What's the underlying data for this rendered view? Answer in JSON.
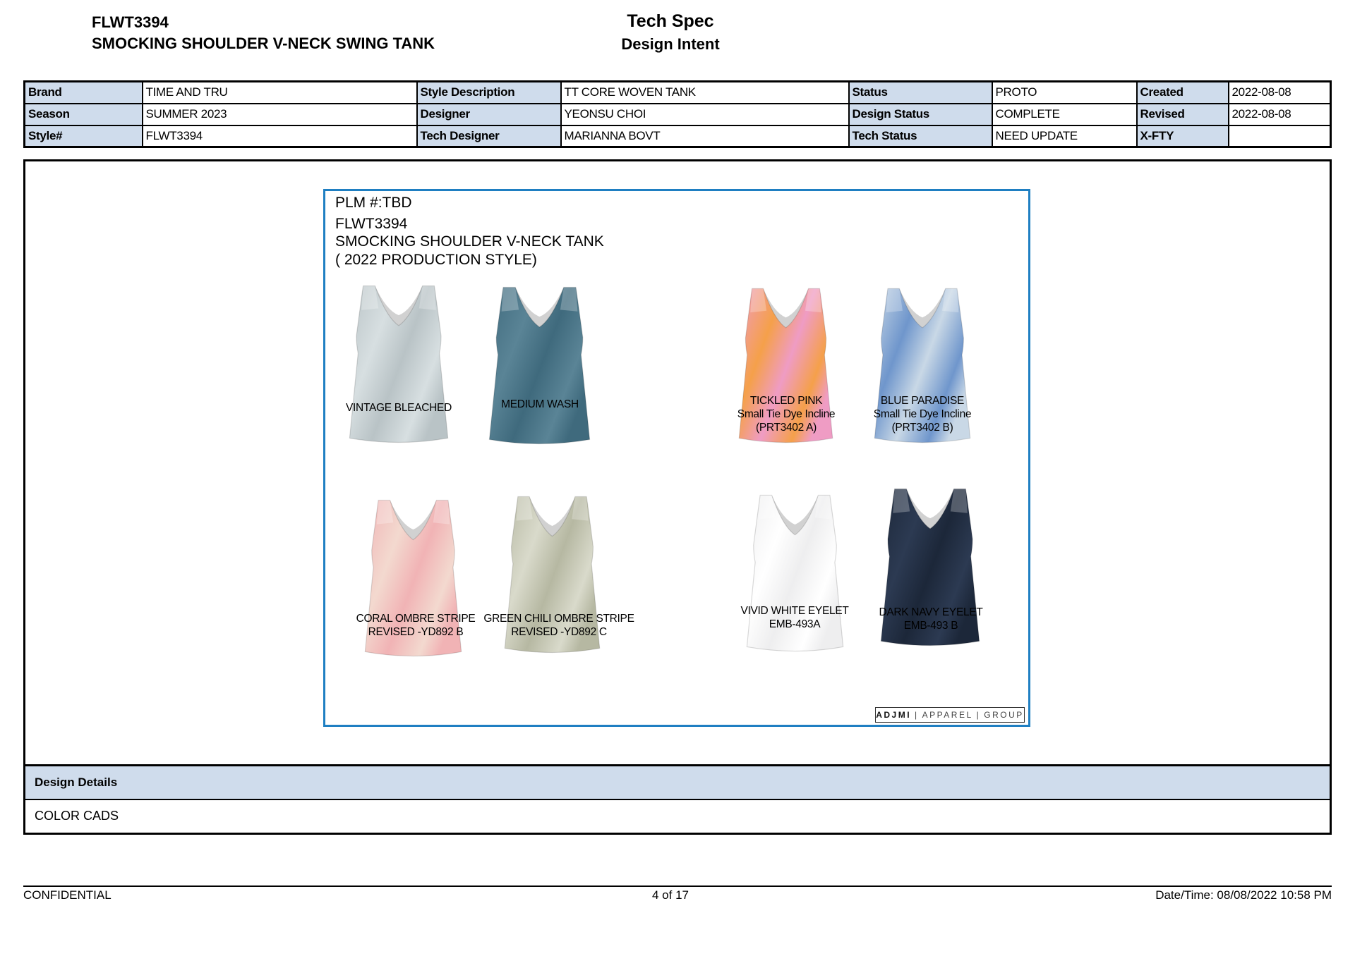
{
  "header": {
    "style_number": "FLWT3394",
    "style_name": "SMOCKING SHOULDER V-NECK SWING TANK",
    "doc_title": "Tech Spec",
    "doc_subtitle": "Design Intent"
  },
  "info": {
    "rows": [
      [
        {
          "l": "Brand",
          "v": "TIME AND TRU"
        },
        {
          "l": "Style Description",
          "v": "TT CORE WOVEN TANK"
        },
        {
          "l": "Status",
          "v": "PROTO"
        },
        {
          "l": "Created",
          "v": "2022-08-08"
        }
      ],
      [
        {
          "l": "Season",
          "v": "SUMMER 2023"
        },
        {
          "l": "Designer",
          "v": "YEONSU CHOI"
        },
        {
          "l": "Design Status",
          "v": "COMPLETE"
        },
        {
          "l": "Revised",
          "v": "2022-08-08"
        }
      ],
      [
        {
          "l": "Style#",
          "v": "FLWT3394"
        },
        {
          "l": "Tech Designer",
          "v": "MARIANNA BOVT"
        },
        {
          "l": "Tech Status",
          "v": "NEED UPDATE"
        },
        {
          "l": "X-FTY",
          "v": ""
        }
      ]
    ]
  },
  "board": {
    "lines": [
      "PLM #:TBD",
      "FLWT3394",
      "SMOCKING SHOULDER V-NECK TANK",
      "( 2022 PRODUCTION STYLE)"
    ],
    "garments": [
      {
        "label": [
          "VINTAGE BLEACHED"
        ],
        "color": "#b9c3c6",
        "accent": "#d7dfe1"
      },
      {
        "label": [
          "MEDIUM WASH"
        ],
        "color": "#3f6a7d",
        "accent": "#5a8496"
      },
      {
        "label": [
          "TICKLED PINK",
          "Small Tie Dye Incline",
          "(PRT3402 A)"
        ],
        "color": "#ef9cc4",
        "accent": "#f5a04a"
      },
      {
        "label": [
          "BLUE PARADISE",
          "Small Tie Dye Incline",
          "(PRT3402 B)"
        ],
        "color": "#c9d8e6",
        "accent": "#6f96cc"
      },
      {
        "label": [
          "CORAL OMBRE STRIPE",
          "REVISED -YD892 B"
        ],
        "color": "#f1b3b5",
        "accent": "#f3d9cf"
      },
      {
        "label": [
          "GREEN CHILI  OMBRE STRIPE",
          "REVISED -YD892 C"
        ],
        "color": "#b6b8a2",
        "accent": "#d9dacb"
      },
      {
        "label": [
          "VIVID WHITE  EYELET",
          "EMB-493A"
        ],
        "color": "#eeeeef",
        "accent": "#ffffff"
      },
      {
        "label": [
          "DARK NAVY EYELET",
          "EMB-493 B"
        ],
        "color": "#1c2739",
        "accent": "#2c3a52"
      }
    ],
    "logo": [
      "ADJMI",
      "APPAREL",
      "GROUP"
    ]
  },
  "details": {
    "heading": "Design Details",
    "text": "COLOR CADS"
  },
  "footer": {
    "left": "CONFIDENTIAL",
    "center": "4 of 17",
    "right": "Date/Time: 08/08/2022 10:58 PM"
  }
}
